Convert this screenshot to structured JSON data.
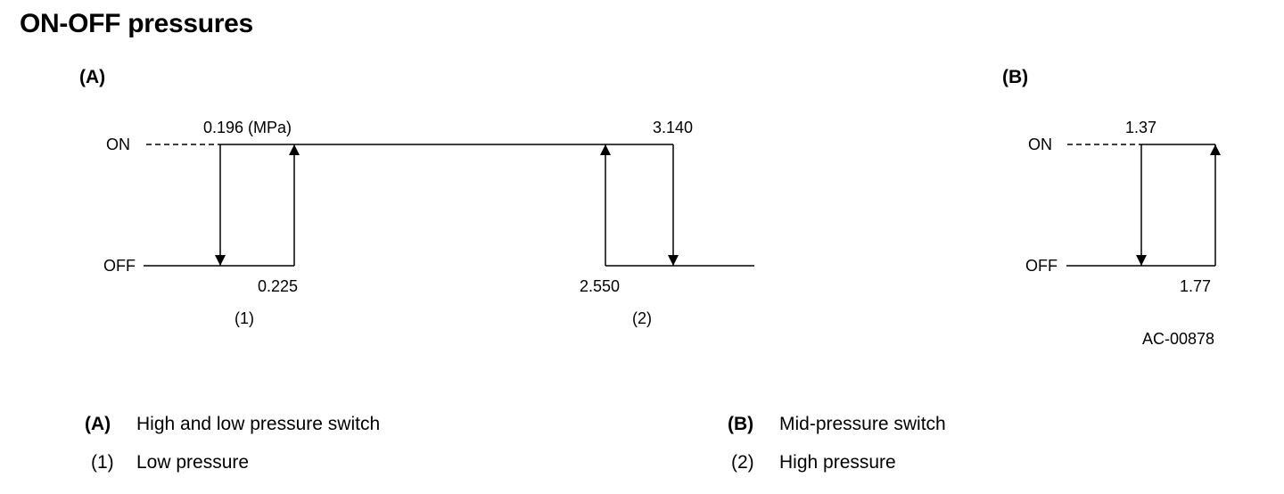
{
  "title": "ON-OFF pressures",
  "panels": {
    "a": {
      "label": "(A)",
      "on": "ON",
      "off": "OFF",
      "unit_note": "0.196 (MPa)",
      "v1_off": "0.225",
      "v2_on": "3.140",
      "v2_off": "2.550",
      "group1": "(1)",
      "group2": "(2)"
    },
    "b": {
      "label": "(B)",
      "on": "ON",
      "off": "OFF",
      "v_on": "1.37",
      "v_off": "1.77"
    }
  },
  "figure_code": "AC-00878",
  "legend": [
    {
      "key": "(A)",
      "text": "High and low pressure switch"
    },
    {
      "key": "(B)",
      "text": "Mid-pressure switch"
    },
    {
      "key": "(1)",
      "text": "Low pressure"
    },
    {
      "key": "(2)",
      "text": "High pressure"
    }
  ]
}
